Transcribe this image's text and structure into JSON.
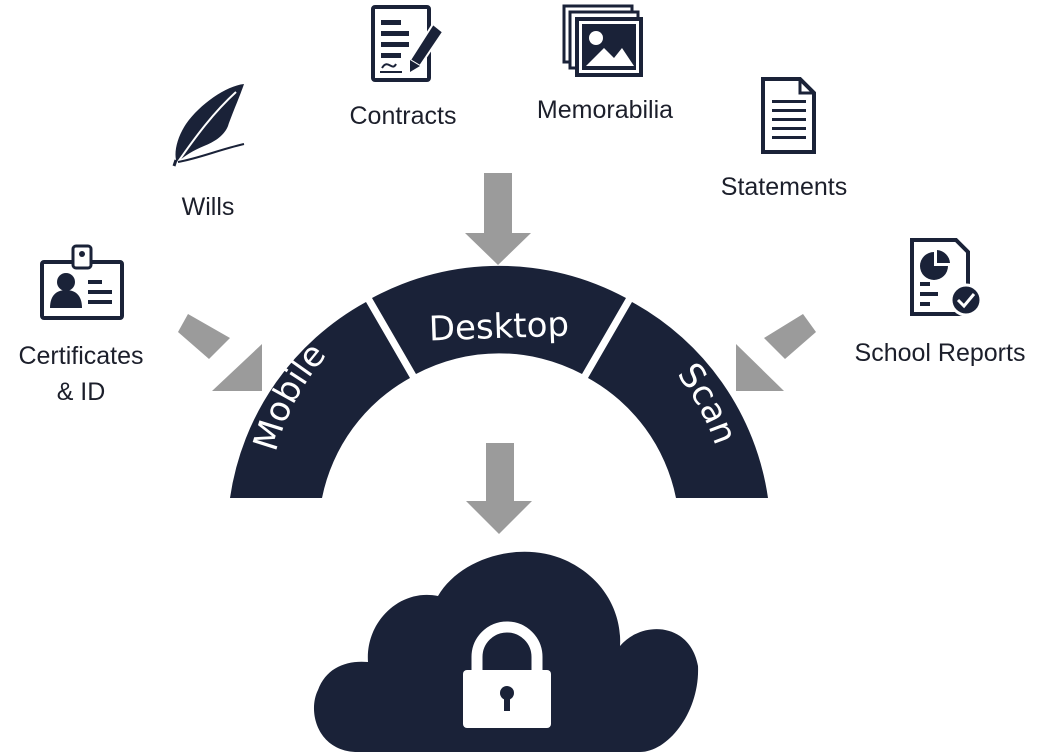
{
  "sources": {
    "wills": "Wills",
    "contracts": "Contracts",
    "memorabilia": "Memorabilia",
    "statements": "Statements",
    "certificates_line1": "Certificates",
    "certificates_line2": "& ID",
    "school_reports": "School Reports"
  },
  "channels": {
    "mobile": "Mobile",
    "desktop": "Desktop",
    "scan": "Scan"
  },
  "icons": {
    "wills": "quill-pen-icon",
    "contracts": "signed-contract-icon",
    "memorabilia": "photo-gallery-icon",
    "statements": "document-icon",
    "certificates": "id-badge-icon",
    "school_reports": "report-check-icon",
    "cloud": "secure-cloud-icon",
    "lock": "padlock-icon"
  },
  "colors": {
    "navy": "#1a2238",
    "arrow": "#9b9b9b",
    "text": "#1c1f2b"
  }
}
